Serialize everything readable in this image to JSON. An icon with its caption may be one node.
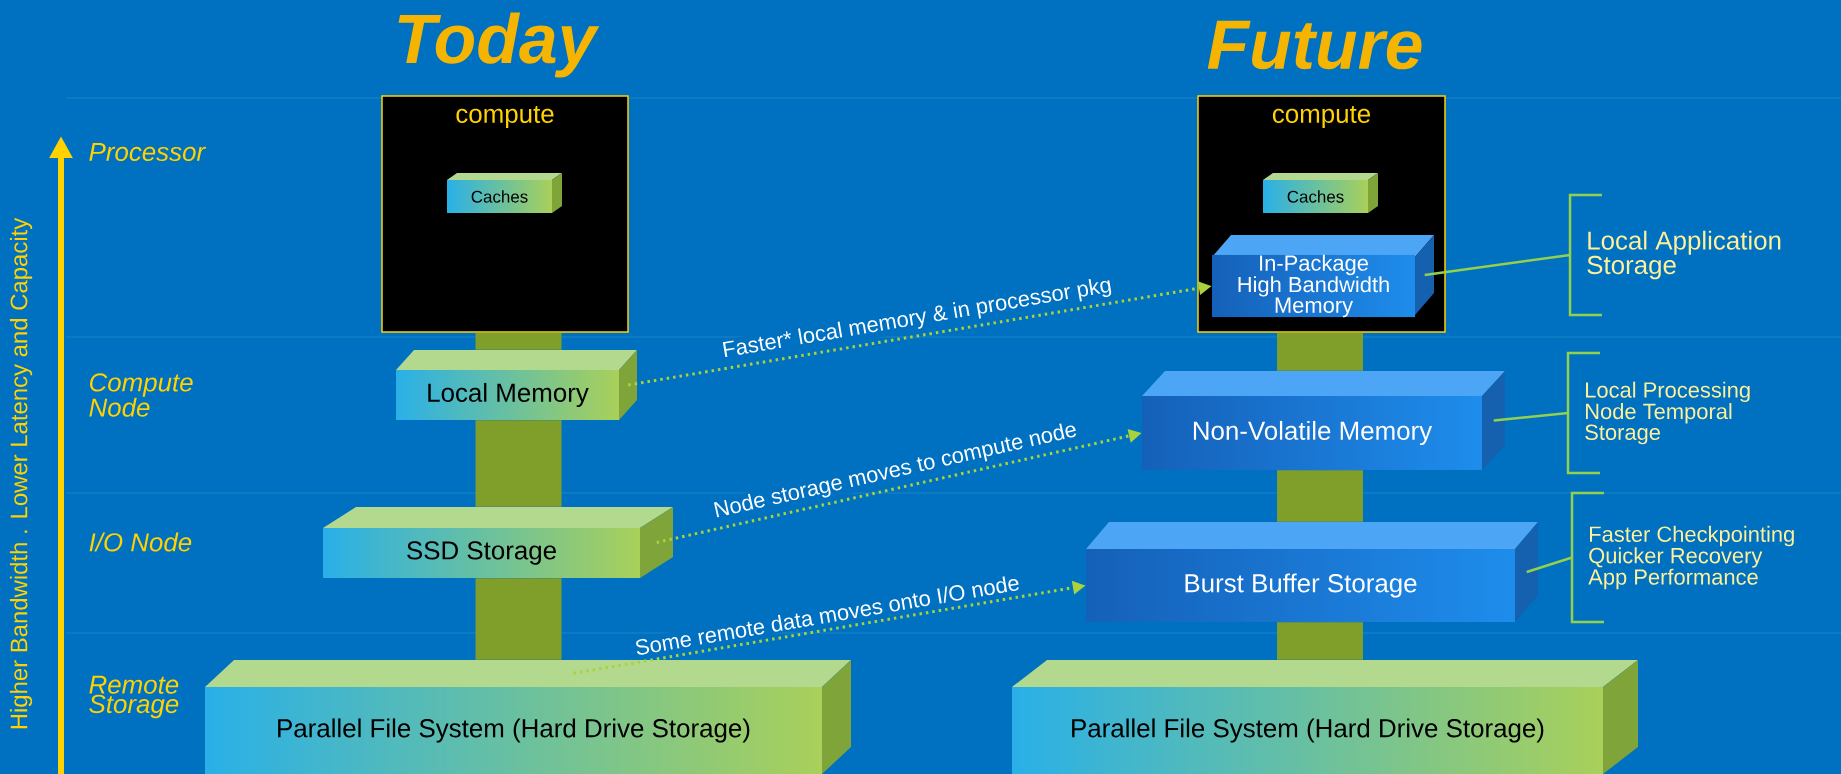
{
  "diagram": {
    "nodes": [
      {
        "text": [
          "compute"
        ]
      },
      {
        "text": [
          "Caches"
        ],
        "in": 0
      },
      {
        "text": [
          "Local Memory"
        ]
      },
      {
        "text": [
          "SSD Storage"
        ]
      },
      {
        "text": [
          "Parallel File System (Hard Drive Storage)"
        ]
      },
      {
        "text": [
          "compute"
        ]
      },
      {
        "text": [
          "Caches"
        ],
        "in": 5
      },
      {
        "text": [
          "In-Package High Bandwidth Memory"
        ],
        "in": 5
      },
      {
        "text": [
          "Non-Volatile Memory"
        ]
      },
      {
        "text": [
          "Burst Buffer Storage"
        ]
      },
      {
        "text": [
          "Parallel File System (Hard Drive Storage)"
        ]
      },
      {
        "text": [
          "Local Application Storage"
        ]
      },
      {
        "text": [
          "Local Processing Node Temporal Storage"
        ]
      },
      {
        "text": [
          "Faster Checkpointing",
          "Quicker Recovery",
          "App Performance"
        ]
      }
    ],
    "edges": [
      {
        "from": 2,
        "to": 7,
        "arrow": "to",
        "label": "Faster* local memory & in processor pkg",
        "style": "dashed"
      },
      {
        "from": 3,
        "to": 8,
        "arrow": "to",
        "label": "Node storage moves to compute node",
        "style": "dashed"
      },
      {
        "from": 4,
        "to": 9,
        "arrow": "to",
        "label": "Some remote data moves onto I/O node",
        "style": "dashed"
      },
      {
        "from": 11,
        "to": 7,
        "arrow": "none"
      },
      {
        "from": 12,
        "to": 8,
        "arrow": "none"
      },
      {
        "from": 13,
        "to": 9,
        "arrow": "none"
      },
      {
        "from": 0,
        "to": 2,
        "arrow": "none",
        "style": "thick",
        "color": "#7f9f2a"
      },
      {
        "from": 2,
        "to": 3,
        "arrow": "none",
        "style": "thick",
        "color": "#7f9f2a"
      },
      {
        "from": 3,
        "to": 4,
        "arrow": "none",
        "style": "thick",
        "color": "#7f9f2a"
      },
      {
        "from": 5,
        "to": 8,
        "arrow": "none",
        "style": "thick",
        "color": "#7f9f2a"
      },
      {
        "from": 8,
        "to": 9,
        "arrow": "none",
        "style": "thick",
        "color": "#7f9f2a"
      },
      {
        "from": 9,
        "to": 10,
        "arrow": "none",
        "style": "thick",
        "color": "#7f9f2a"
      }
    ],
    "labels": [
      "Today",
      "Future",
      "Processor",
      "Compute Node",
      "I/O Node",
      "Remote Storage",
      "Higher Bandwidth . Lower Latency and Capacity"
    ]
  }
}
